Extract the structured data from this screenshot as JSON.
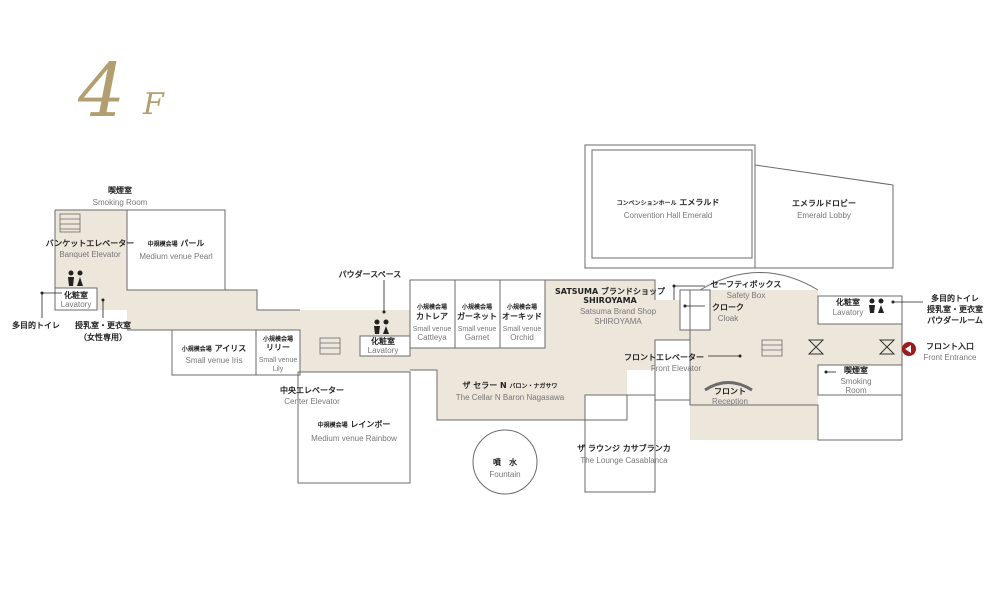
{
  "floor": {
    "number": "4",
    "suffix": "F"
  },
  "colors": {
    "corridor": "#ece6db",
    "room": "#ffffff",
    "wall": "#6b6b6b",
    "accent": "#b29e6f",
    "entrance": "#9e1b1b",
    "text": "#222222",
    "subtext": "#777777"
  },
  "labels": {
    "smoking_room_left": {
      "jp": "喫煙室",
      "en": "Smoking Room"
    },
    "banquet_elevator": {
      "jp": "バンケットエレベーター",
      "en": "Banquet Elevator"
    },
    "pearl": {
      "prefix": "中規模会場",
      "jp": "パール",
      "en": "Medium venue Pearl"
    },
    "lavatory_left": {
      "jp": "化粧室",
      "en": "Lavatory"
    },
    "multipurpose_toilet_left": {
      "jp": "多目的トイレ"
    },
    "nursing_room": {
      "jp": "授乳室・更衣室",
      "sub": "（女性専用）"
    },
    "iris": {
      "prefix": "小規模会場",
      "jp": "アイリス",
      "en": "Small venue Iris"
    },
    "lily": {
      "prefix": "小規模会場",
      "jp": "リリー",
      "en1": "Small venue",
      "en2": "Lily"
    },
    "powder_space": {
      "jp": "パウダースペース"
    },
    "lavatory_center": {
      "jp": "化粧室",
      "en": "Lavatory"
    },
    "cattleya": {
      "prefix": "小規模会場",
      "jp": "カトレア",
      "en1": "Small venue",
      "en2": "Cattleya"
    },
    "garnet": {
      "prefix": "小規模会場",
      "jp": "ガーネット",
      "en1": "Small venue",
      "en2": "Garnet"
    },
    "orchid": {
      "prefix": "小規模会場",
      "jp": "オーキッド",
      "en1": "Small venue",
      "en2": "Orchid"
    },
    "center_elevator": {
      "jp": "中央エレベーター",
      "en": "Center Elevator"
    },
    "rainbow": {
      "prefix": "中規模会場",
      "jp": "レインボー",
      "en": "Medium venue Rainbow"
    },
    "cellar": {
      "jp": "ザ セラー N",
      "jp_sub": "バロン・ナガサワ",
      "en": "The Cellar N  Baron Nagasawa"
    },
    "fountain": {
      "jp": "噴　水",
      "en": "Fountain"
    },
    "lounge": {
      "jp": "ザ ラウンジ カサブランカ",
      "en": "The Lounge Casablanca"
    },
    "emerald_hall": {
      "prefix": "コンベンションホール",
      "jp": "エメラルド",
      "en": "Convention Hall Emerald"
    },
    "emerald_lobby": {
      "jp": "エメラルドロビー",
      "en": "Emerald Lobby"
    },
    "shop": {
      "jp1": "SATSUMA ブランドショップ",
      "jp2": "SHIROYAMA",
      "en1": "Satsuma Brand Shop",
      "en2": "SHIROYAMA"
    },
    "safety_box": {
      "jp": "セーフティボックス",
      "en": "Safety Box"
    },
    "cloak": {
      "jp": "クローク",
      "en": "Cloak"
    },
    "front_elevator": {
      "jp": "フロントエレベーター",
      "en": "Front Elevator"
    },
    "reception": {
      "jp": "フロント",
      "en": "Reception"
    },
    "lavatory_right": {
      "jp": "化粧室",
      "en": "Lavatory"
    },
    "multipurpose_right": {
      "jp1": "多目的トイレ",
      "jp2": "授乳室・更衣室",
      "jp3": "パウダールーム"
    },
    "front_entrance": {
      "jp": "フロント入口",
      "en": "Front Entrance"
    },
    "smoking_room_right": {
      "jp": "喫煙室",
      "en1": "Smoking",
      "en2": "Room"
    }
  }
}
